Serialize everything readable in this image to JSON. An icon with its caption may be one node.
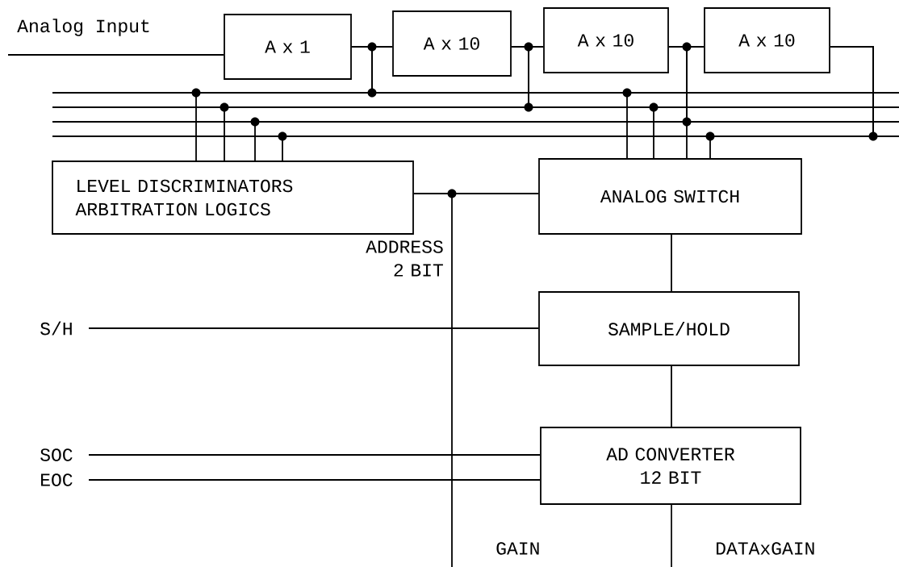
{
  "diagram": {
    "nodes": [
      {
        "text": [
          "A x 1"
        ]
      },
      {
        "text": [
          "A x 10"
        ]
      },
      {
        "text": [
          "A x 10"
        ]
      },
      {
        "text": [
          "A x 10"
        ]
      },
      {
        "text": [
          "LEVEL DISCRIMINATORS ARBITRATION LOGICS"
        ]
      },
      {
        "text": [
          "ANALOG SWITCH"
        ]
      },
      {
        "text": [
          "SAMPLE/HOLD"
        ]
      },
      {
        "text": [
          "AD CONVERTER 12 BIT"
        ]
      }
    ],
    "edges": [
      {
        "from": null,
        "to": 0,
        "arrow": "none",
        "label": "Analog Input"
      },
      {
        "from": 0,
        "to": 1,
        "arrow": "none"
      },
      {
        "from": 1,
        "to": 2,
        "arrow": "none"
      },
      {
        "from": 2,
        "to": 3,
        "arrow": "none"
      },
      {
        "from": 0,
        "to": 4,
        "arrow": "none"
      },
      {
        "from": 0,
        "to": 5,
        "arrow": "none"
      },
      {
        "from": 1,
        "to": 4,
        "arrow": "none"
      },
      {
        "from": 1,
        "to": 5,
        "arrow": "none"
      },
      {
        "from": 2,
        "to": 4,
        "arrow": "none"
      },
      {
        "from": 2,
        "to": 5,
        "arrow": "none"
      },
      {
        "from": 3,
        "to": 4,
        "arrow": "none"
      },
      {
        "from": 3,
        "to": 5,
        "arrow": "none"
      },
      {
        "from": 4,
        "to": 5,
        "arrow": "none"
      },
      {
        "from": 4,
        "to": null,
        "arrow": "none",
        "label": "GAIN"
      },
      {
        "from": 5,
        "to": 6,
        "arrow": "none"
      },
      {
        "from": 6,
        "to": 7,
        "arrow": "none"
      },
      {
        "from": null,
        "to": 6,
        "arrow": "none",
        "label": "S/H"
      },
      {
        "from": null,
        "to": 7,
        "arrow": "none",
        "label": "SOC"
      },
      {
        "from": null,
        "to": 7,
        "arrow": "none",
        "label": "EOC"
      },
      {
        "from": 7,
        "to": null,
        "arrow": "none",
        "label": "DATAxGAIN"
      }
    ],
    "labels": [
      "ADDRESS 2 BIT"
    ]
  }
}
